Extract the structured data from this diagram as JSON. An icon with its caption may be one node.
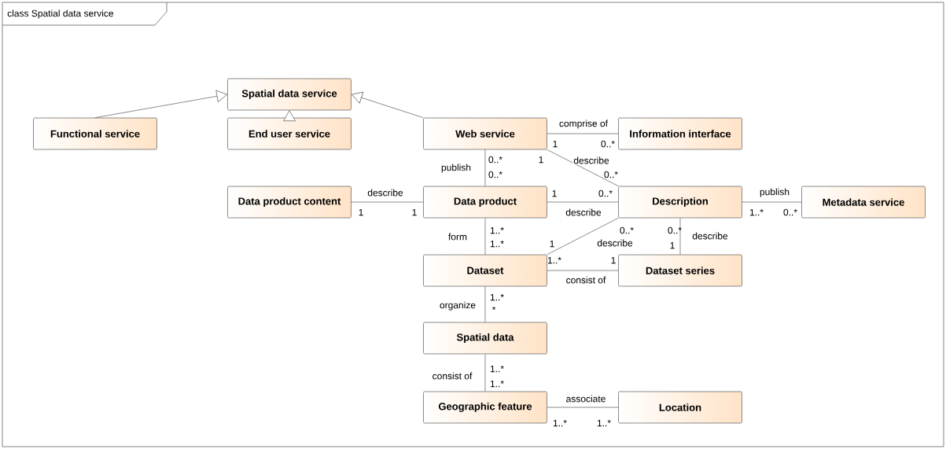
{
  "diagram": {
    "title": "class Spatial data service",
    "nodes": [
      {
        "text": [
          "Spatial data service"
        ]
      },
      {
        "text": [
          "Functional service"
        ]
      },
      {
        "text": [
          "End user service"
        ]
      },
      {
        "text": [
          "Web service"
        ]
      },
      {
        "text": [
          "Information interface"
        ]
      },
      {
        "text": [
          "Data product content"
        ]
      },
      {
        "text": [
          "Data product"
        ]
      },
      {
        "text": [
          "Description"
        ]
      },
      {
        "text": [
          "Metadata service"
        ]
      },
      {
        "text": [
          "Dataset"
        ]
      },
      {
        "text": [
          "Dataset series"
        ]
      },
      {
        "text": [
          "Spatial data"
        ]
      },
      {
        "text": [
          "Geographic feature"
        ]
      },
      {
        "text": [
          "Location"
        ]
      }
    ],
    "edges": [
      {
        "from": 1,
        "to": 0,
        "arrow": "to"
      },
      {
        "from": 2,
        "to": 0,
        "arrow": "to"
      },
      {
        "from": 3,
        "to": 0,
        "arrow": "to"
      },
      {
        "from": 3,
        "to": 4,
        "arrow": "none",
        "label": "comprise of"
      },
      {
        "from": 3,
        "to": 6,
        "arrow": "none",
        "label": "publish"
      },
      {
        "from": 3,
        "to": 7,
        "arrow": "none",
        "label": "describe"
      },
      {
        "from": 5,
        "to": 6,
        "arrow": "none",
        "label": "describe"
      },
      {
        "from": 6,
        "to": 7,
        "arrow": "none",
        "label": "describe"
      },
      {
        "from": 7,
        "to": 8,
        "arrow": "none",
        "label": "publish"
      },
      {
        "from": 6,
        "to": 9,
        "arrow": "none",
        "label": "form"
      },
      {
        "from": 9,
        "to": 7,
        "arrow": "none",
        "label": "describe"
      },
      {
        "from": 10,
        "to": 7,
        "arrow": "none",
        "label": "describe"
      },
      {
        "from": 9,
        "to": 10,
        "arrow": "none",
        "label": "consist of"
      },
      {
        "from": 9,
        "to": 11,
        "arrow": "none",
        "label": "organize"
      },
      {
        "from": 11,
        "to": 12,
        "arrow": "none",
        "label": "consist of"
      },
      {
        "from": 12,
        "to": 13,
        "arrow": "none",
        "label": "associate"
      }
    ],
    "labels": [
      "1",
      "0..*",
      "0..*",
      "1",
      "0..*",
      "0..*",
      "1",
      "0..*",
      "1",
      "1",
      "1..*",
      "0..*",
      "1..*",
      "0..*",
      "0..*",
      "1..*",
      "1",
      "1",
      "1..*",
      "1",
      "1..*",
      "*",
      "1..*",
      "1..*",
      "1..*",
      "1..*"
    ]
  }
}
